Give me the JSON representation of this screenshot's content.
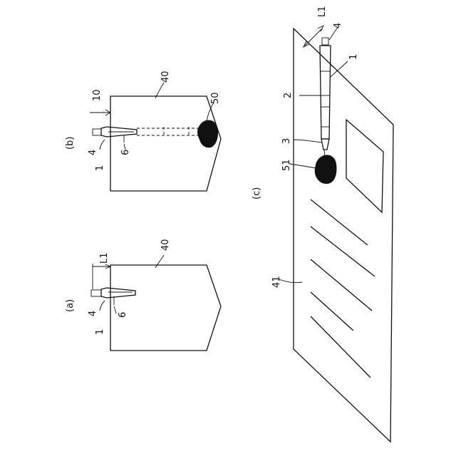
{
  "panels": {
    "a": {
      "panel_label": "(a)",
      "labels": {
        "pen": "1",
        "tip": "4",
        "clip": "6",
        "card": "40",
        "offset": "L1"
      }
    },
    "b": {
      "panel_label": "(b)",
      "labels": {
        "pen": "1",
        "tip": "4",
        "clip": "6",
        "card": "40",
        "arrow": "10",
        "blot": "50"
      }
    },
    "c": {
      "panel_label": "(c)",
      "labels": {
        "pen": "1",
        "barrel": "2",
        "nib": "3",
        "tip": "4",
        "sheet": "41",
        "blot": "51",
        "offset": "L1"
      }
    }
  },
  "colors": {
    "ink": "#111111",
    "paper": "#ffffff"
  }
}
